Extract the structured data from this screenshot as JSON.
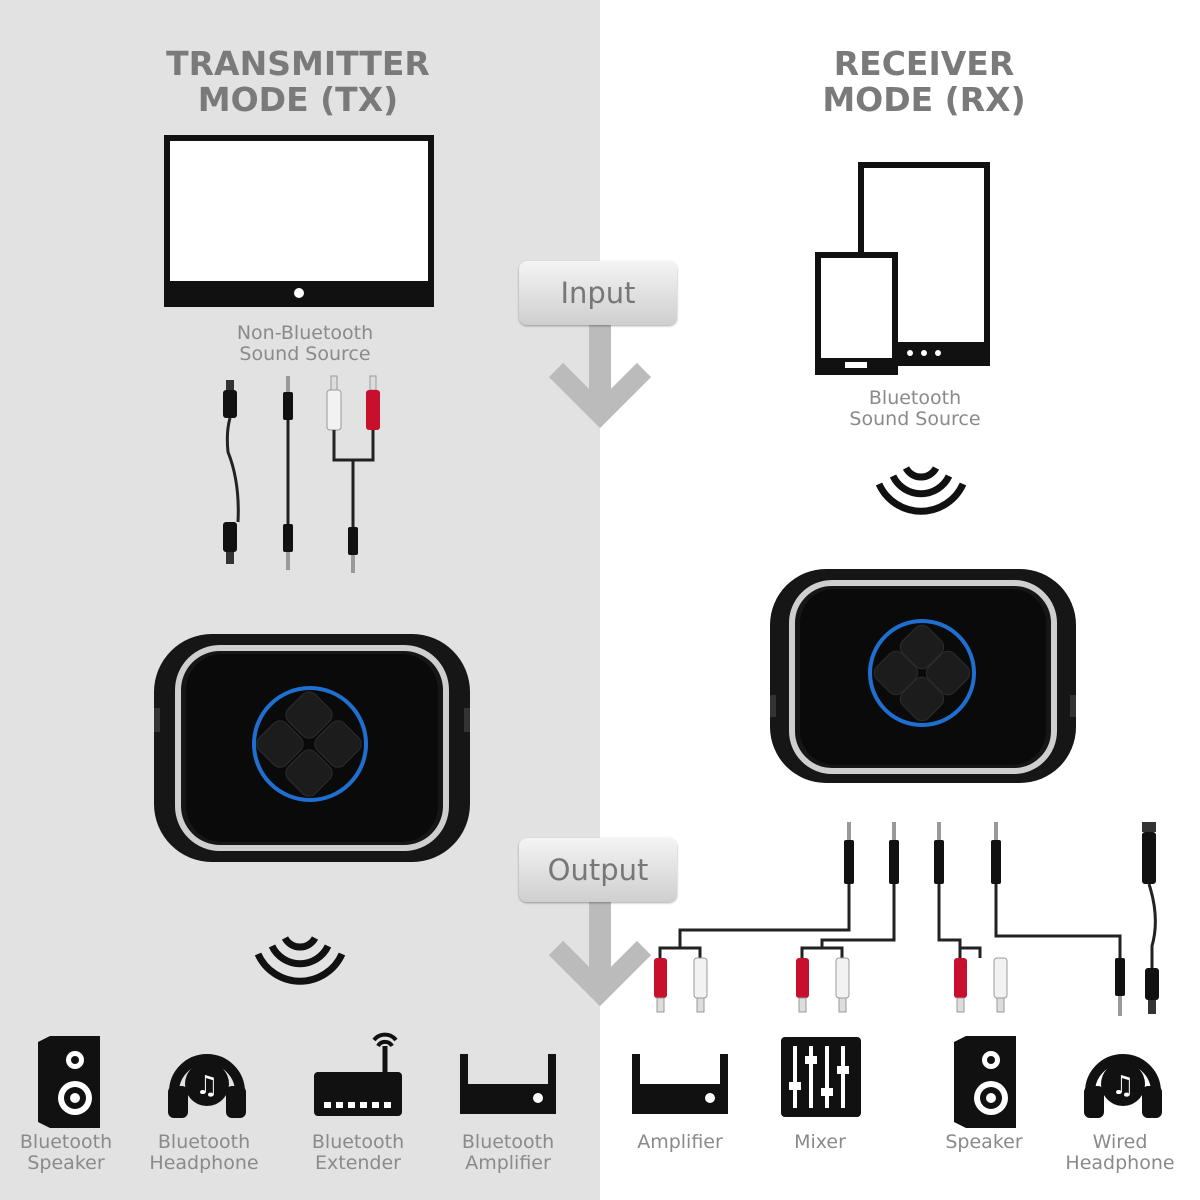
{
  "tx": {
    "title_line1": "TRANSMITTER",
    "title_line2": "MODE (TX)",
    "source_line1": "Non-Bluetooth",
    "source_line2": "Sound Source",
    "outputs": [
      {
        "line1": "Bluetooth",
        "line2": "Speaker",
        "icon": "speaker-icon"
      },
      {
        "line1": "Bluetooth",
        "line2": "Headphone",
        "icon": "headphone-icon"
      },
      {
        "line1": "Bluetooth",
        "line2": "Extender",
        "icon": "router-icon"
      },
      {
        "line1": "Bluetooth",
        "line2": "Amplifier",
        "icon": "amplifier-icon"
      }
    ]
  },
  "rx": {
    "title_line1": "RECEIVER",
    "title_line2": "MODE (RX)",
    "source_line1": "Bluetooth",
    "source_line2": "Sound Source",
    "outputs": [
      {
        "line1": "Amplifier",
        "line2": "",
        "icon": "amplifier-icon"
      },
      {
        "line1": "Mixer",
        "line2": "",
        "icon": "mixer-icon"
      },
      {
        "line1": "Speaker",
        "line2": "",
        "icon": "speaker-icon"
      },
      {
        "line1": "Wired",
        "line2": "Headphone",
        "icon": "headphone-icon"
      }
    ]
  },
  "labels": {
    "input": "Input",
    "output": "Output"
  },
  "colors": {
    "left_panel": "#e2e2e2",
    "right_panel": "#ffffff",
    "heading_text": "#7a7a7a",
    "caption_text": "#8a8a8a",
    "device_body": "#111111",
    "device_ring": "#1f6fd1",
    "arrow": "#bbbbbb",
    "rca_red": "#c8102e"
  }
}
